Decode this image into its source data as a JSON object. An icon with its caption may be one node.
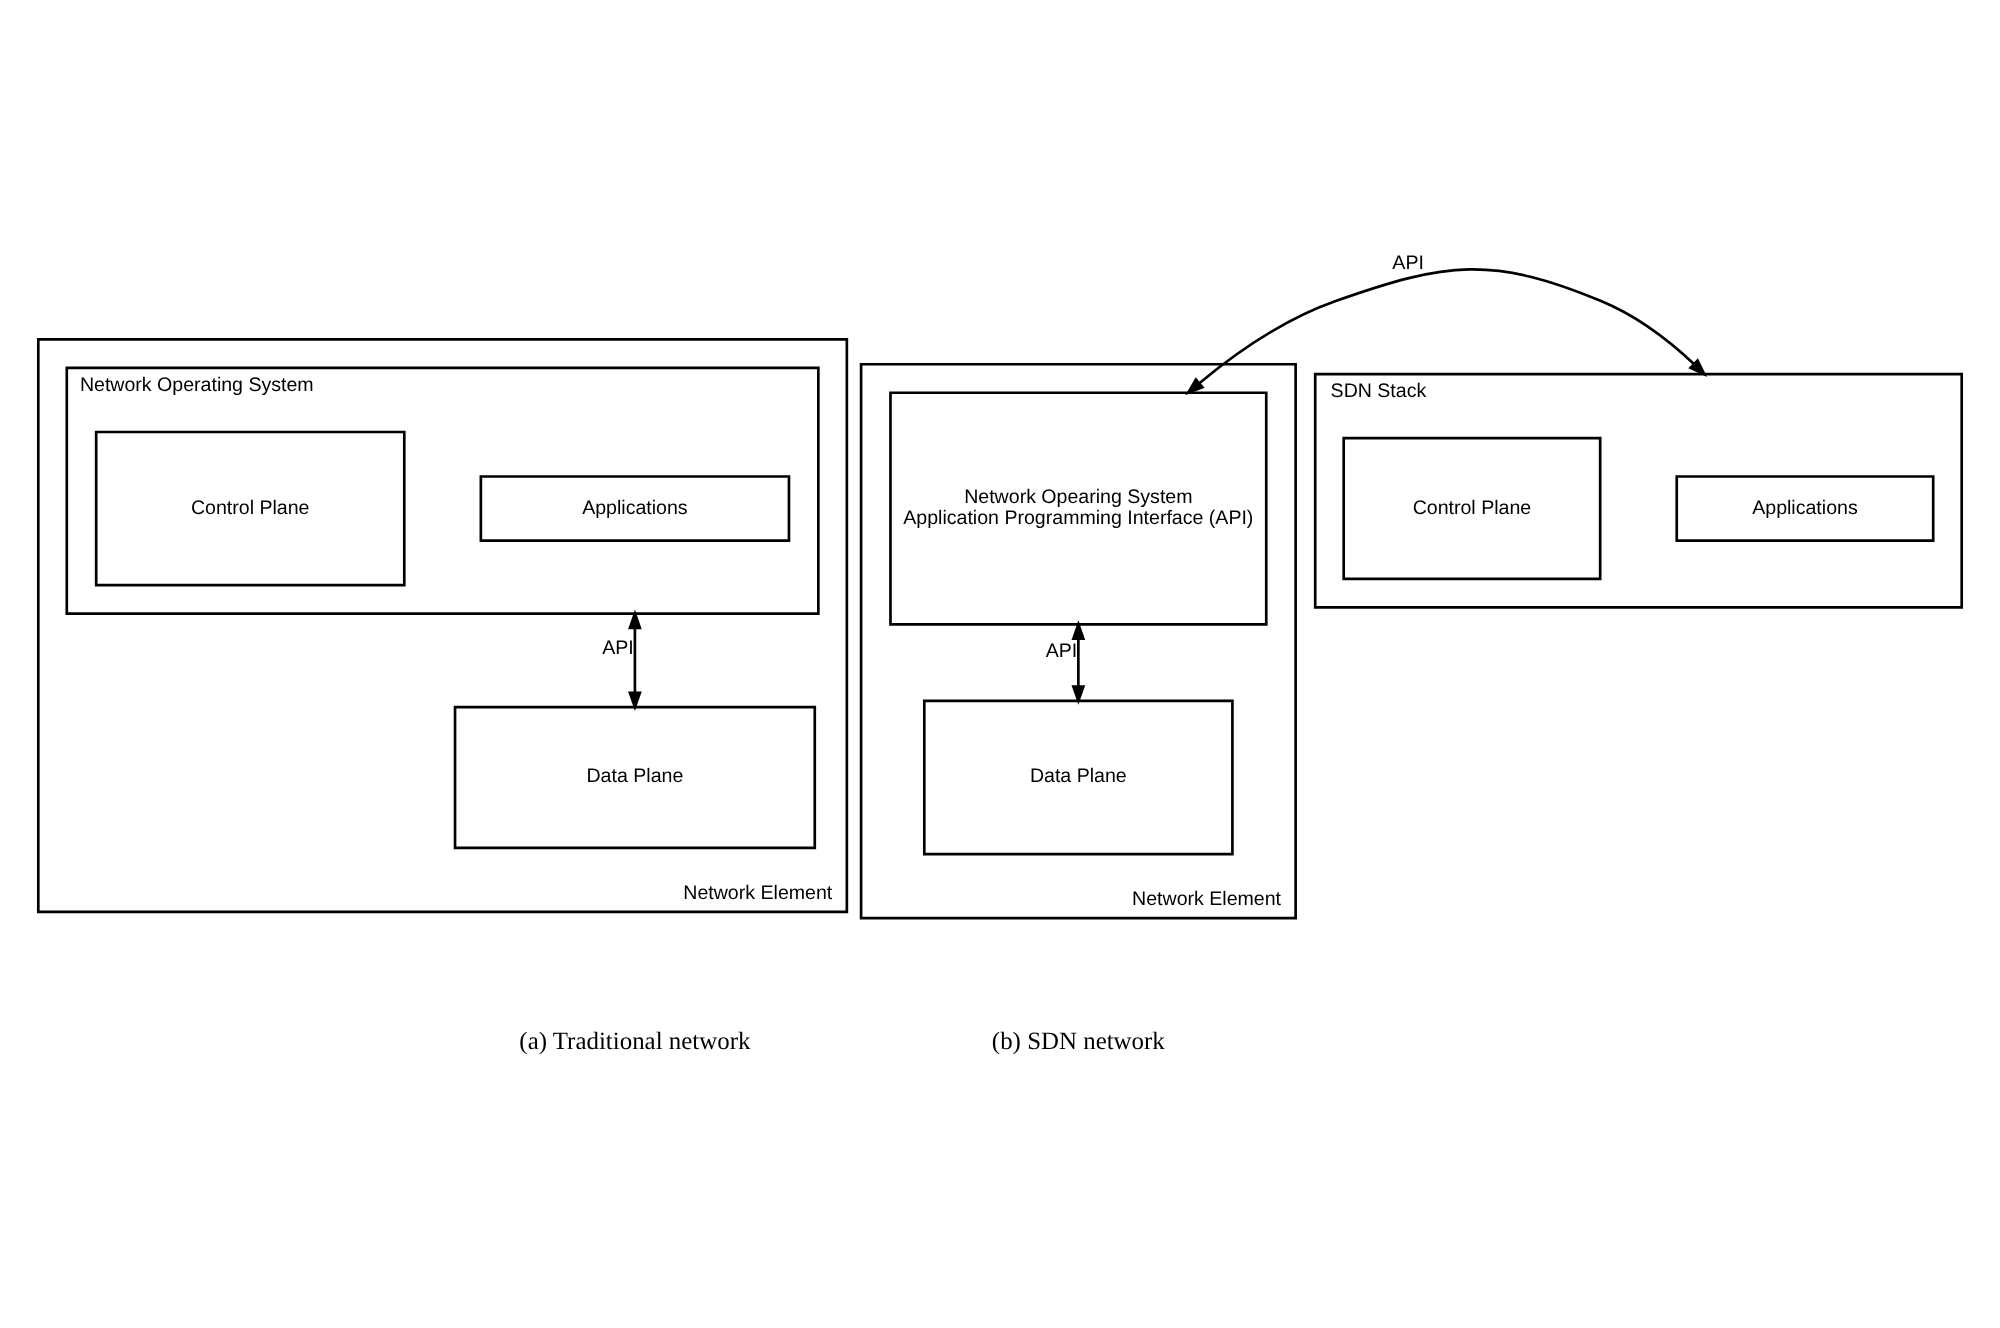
{
  "diagram": {
    "nodes": [
      {
        "text": [
          "Network Element"
        ]
      },
      {
        "text": [
          "Network Operating System"
        ],
        "in": 0
      },
      {
        "text": [
          "Applications"
        ],
        "in": 1
      },
      {
        "text": [
          "Control Plane"
        ],
        "in": 1
      },
      {
        "text": [
          "Data Plane"
        ],
        "in": 0
      },
      {
        "text": [
          "Network Element"
        ]
      },
      {
        "text": [
          "Network Opearing System",
          "Application Programming Interface (API)"
        ],
        "in": 5
      },
      {
        "text": [
          "Data Plane"
        ],
        "in": 5
      },
      {
        "text": [
          "SDN Stack"
        ]
      },
      {
        "text": [
          "Applications"
        ],
        "in": 8
      },
      {
        "text": [
          "Control Plane"
        ],
        "in": 8
      }
    ],
    "edges": [
      {
        "from": 1,
        "to": 4,
        "arrow": "both",
        "label": "API"
      },
      {
        "from": 6,
        "to": 7,
        "arrow": "both",
        "label": "API"
      },
      {
        "from": 6,
        "to": 8,
        "arrow": "both",
        "label": "API"
      }
    ],
    "labels": [
      "(a) Traditional network",
      "(b) SDN network"
    ]
  }
}
